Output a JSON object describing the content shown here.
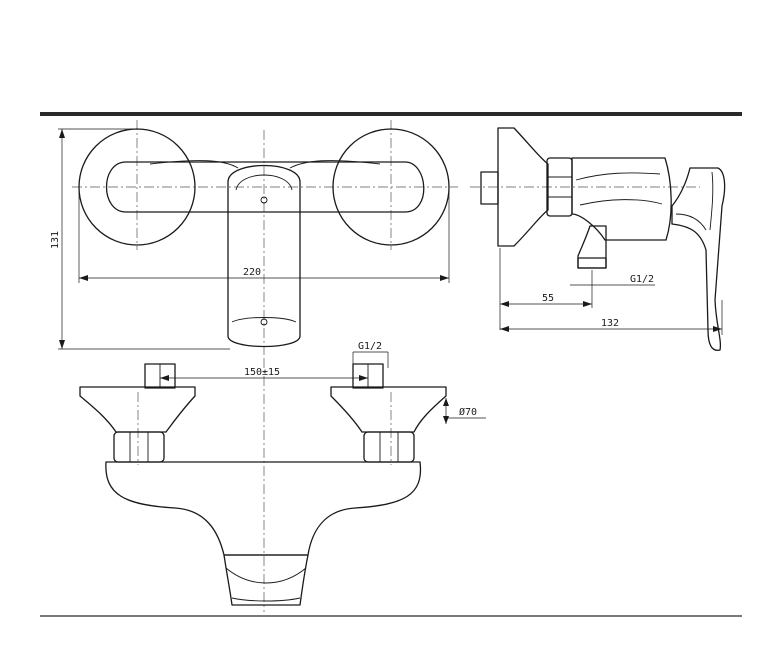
{
  "dimensions": {
    "top_height": "131",
    "top_width": "220",
    "side_outlet_offset": "55",
    "side_depth": "132",
    "side_thread": "G1/2",
    "front_thread": "G1/2",
    "front_spacing": "150±15",
    "front_diameter": "Ø70"
  },
  "colors": {
    "line": "#1a1a1a",
    "centerline": "#555555",
    "frame": "#2a2a2a"
  }
}
